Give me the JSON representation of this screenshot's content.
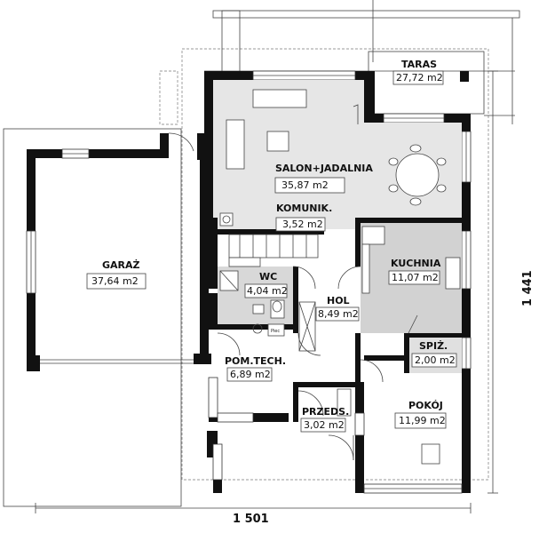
{
  "rooms": {
    "taras": {
      "name": "TARAS",
      "area": "27,72 m2"
    },
    "salon": {
      "name": "SALON+JADALNIA",
      "area": "35,87 m2"
    },
    "komunik": {
      "name": "KOMUNIK.",
      "area": "3,52 m2"
    },
    "garaz": {
      "name": "GARAŻ",
      "area": "37,64 m2"
    },
    "wc": {
      "name": "WC",
      "area": "4,04 m2"
    },
    "kuchnia": {
      "name": "KUCHNIA",
      "area": "11,07 m2"
    },
    "hol": {
      "name": "HOL",
      "area": "8,49 m2"
    },
    "spiz": {
      "name": "SPIŻ.",
      "area": "2,00 m2"
    },
    "pomtech": {
      "name": "POM.TECH.",
      "area": "6,89 m2"
    },
    "pokoj": {
      "name": "POKÓJ",
      "area": "11,99 m2"
    },
    "przeds": {
      "name": "PRZEDS.",
      "area": "3,02 m2"
    }
  },
  "dimensions": {
    "width": "1 501",
    "height": "1 441"
  },
  "fixtures": {
    "piec": "Piec"
  }
}
